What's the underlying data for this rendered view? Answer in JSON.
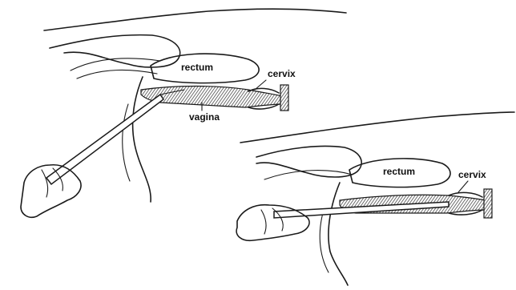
{
  "figure": {
    "panels": [
      {
        "labels": {
          "rectum": "rectum",
          "cervix": "cervix",
          "vagina": "vagina"
        }
      },
      {
        "labels": {
          "rectum": "rectum",
          "cervix": "cervix"
        }
      }
    ]
  }
}
